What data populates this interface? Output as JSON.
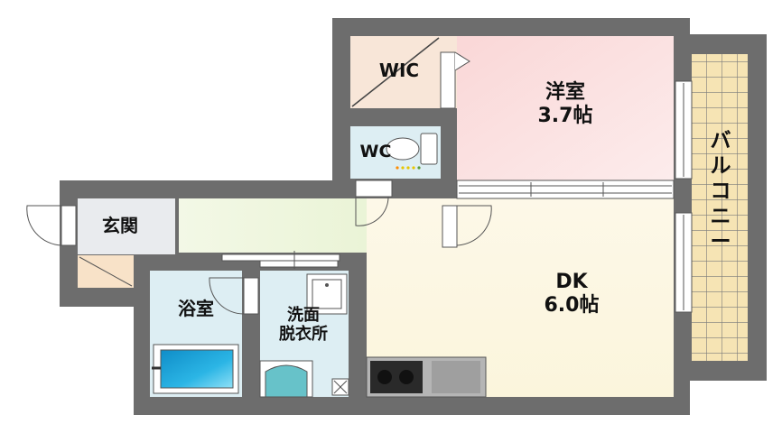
{
  "rooms": {
    "wic": {
      "name": "WIC"
    },
    "youshitsu": {
      "name": "洋室",
      "size": "3.7帖"
    },
    "wc": {
      "name": "WC"
    },
    "genkan": {
      "name": "玄関"
    },
    "yokushitsu": {
      "name": "浴室"
    },
    "senmen": {
      "line1": "洗面",
      "line2": "脱衣所"
    },
    "dk": {
      "name": "DK",
      "size": "6.0帖"
    },
    "balcony": {
      "chars": [
        "バ",
        "ル",
        "コ",
        "ニ",
        "ー"
      ]
    }
  },
  "colors": {
    "wall": "#6d6d6d",
    "youshitsu": "#fbe3e3",
    "dk": "#fdf9ea",
    "corridor": "#eef6dd",
    "genkan": "#e9ebee",
    "wic": "#f8e8db",
    "wet": "#ddeef3",
    "balcony": "#f5e2b0",
    "tub": "#1ea4d6",
    "stove": "#2a2a2a"
  }
}
